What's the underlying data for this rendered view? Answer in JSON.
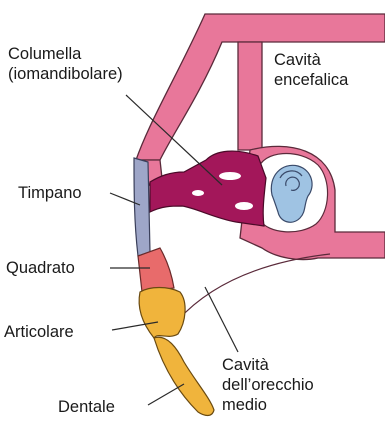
{
  "labels": {
    "columella_line1": "Columella",
    "columella_line2": "(iomandibolare)",
    "cavita_encefalica_line1": "Cavità",
    "cavita_encefalica_line2": "encefalica",
    "timpano": "Timpano",
    "quadrato": "Quadrato",
    "articolare": "Articolare",
    "dentale": "Dentale",
    "orecchio_line1": "Cavità",
    "orecchio_line2": "dell’orecchio",
    "orecchio_line3": "medio"
  },
  "colors": {
    "skull": "#e8779a",
    "skull_outline": "#5a2a3a",
    "columella": "#a3175a",
    "tympanum": "#9ea6c8",
    "quadrate": "#e86b6b",
    "articular": "#f0b43c",
    "dentary": "#f0b43c",
    "inner_ear": "#9fc3e3",
    "leader_line": "#2a2a2a"
  }
}
